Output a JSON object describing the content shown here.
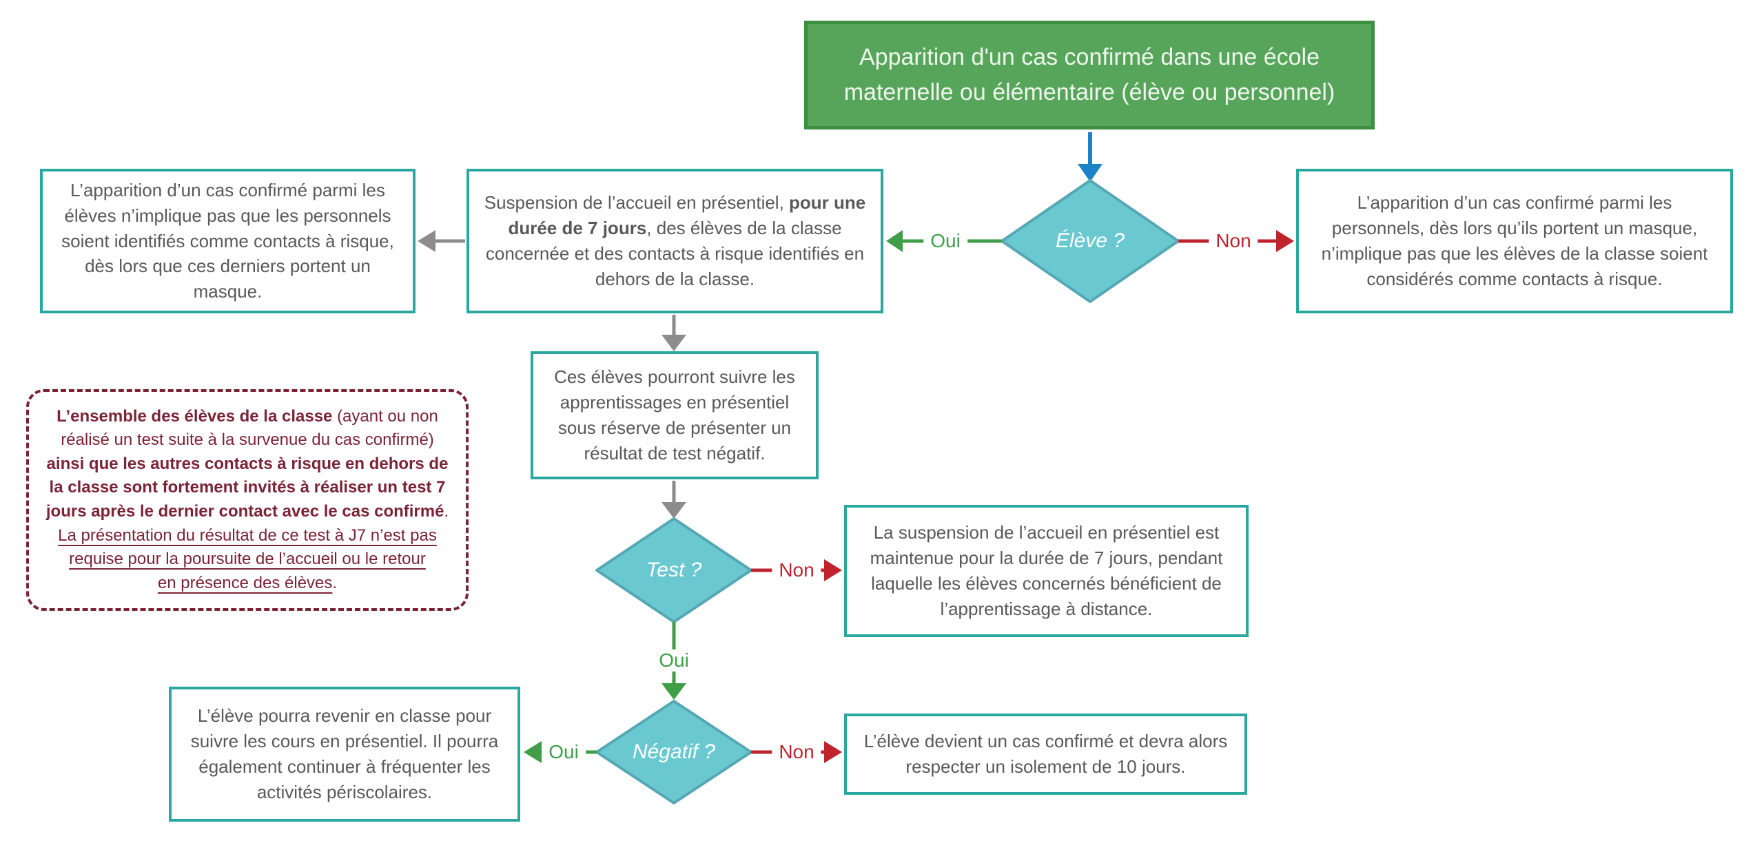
{
  "colors": {
    "green_fill": "#57a55a",
    "green_border": "#3d8f42",
    "title_text": "#eef6ee",
    "teal": "#2aa8a0",
    "diamond_fill": "#69c8d0",
    "diamond_border": "#55a8b3",
    "arrow_green": "#3f9e47",
    "arrow_red": "#bf242e",
    "arrow_gray": "#8c8c8c",
    "arrow_blue": "#1a82c6",
    "text_gray": "#595959",
    "maroon": "#7b2337"
  },
  "title": {
    "text": "Apparition d'un cas confirmé dans une école\nmaternelle ou élémentaire (élève ou personnel)"
  },
  "decisions": {
    "eleve": {
      "label": "Élève ?"
    },
    "test": {
      "label": "Test ?"
    },
    "negatif": {
      "label": "Négatif ?"
    }
  },
  "edges": {
    "oui_eleve": "Oui",
    "non_eleve": "Non",
    "oui_test": "Oui",
    "non_test": "Non",
    "oui_negatif": "Oui",
    "non_negatif": "Non"
  },
  "boxes": {
    "left_top": {
      "text": "L’apparition d’un cas confirmé parmi les\nélèves n’implique pas que les personnels\nsoient identifiés comme contacts à risque,\ndès lors que ces derniers portent un\nmasque."
    },
    "suspension": {
      "segments": [
        {
          "t": "Suspension de l’accueil en présentiel, "
        },
        {
          "t": "pour une\ndurée de 7 jours",
          "b": true
        },
        {
          "t": ", des élèves de la classe\nconcernée et des contacts à risque identifiés en\ndehors de la classe."
        }
      ]
    },
    "right_top": {
      "text": "L’apparition d’un cas confirmé parmi les\npersonnels, dès lors qu’ils portent un masque,\nn’implique pas que les élèves de la classe soient\nconsidérés comme contacts à risque."
    },
    "ces_eleves": {
      "text": "Ces élèves pourront suivre les\napprentissages en présentiel\nsous réserve de présenter un\nrésultat de test négatif."
    },
    "maintenue": {
      "text": "La suspension de l’accueil en présentiel est\nmaintenue pour la durée de 7 jours, pendant\nlaquelle les élèves concernés bénéficient de\nl’apprentissage à distance."
    },
    "retour": {
      "text": "L’élève pourra revenir en classe pour\nsuivre les cours en présentiel. Il pourra\négalement continuer à fréquenter les\nactivités périscolaires."
    },
    "isolement": {
      "text": "L’élève devient un cas confirmé et devra alors\nrespecter un isolement de 10 jours."
    },
    "note": {
      "segments": [
        {
          "t": "L’ensemble des élèves de la classe ",
          "b": true
        },
        {
          "t": "(ayant ou non\nréalisé un test suite à la survenue du cas confirmé)\n"
        },
        {
          "t": "ainsi que les autres contacts à risque en dehors de\nla classe sont fortement invités à réaliser un test 7\njours après le dernier contact avec le cas confirmé",
          "b": true
        },
        {
          "t": ".\n"
        },
        {
          "t": "La présentation du résultat de ce test à J7 n’est pas\nrequise pour la poursuite de l’accueil ou le retour\nen présence des élèves",
          "u": true
        },
        {
          "t": "."
        }
      ]
    }
  }
}
